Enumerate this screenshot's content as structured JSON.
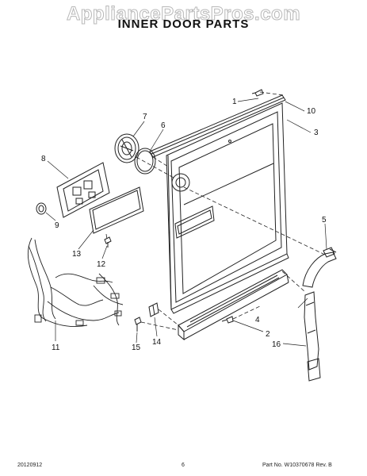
{
  "watermark": "AppliancePartsPros.com",
  "title": "INNER DOOR PARTS",
  "callouts": {
    "c1": "1",
    "c2": "2",
    "c3": "3",
    "c4": "4",
    "c5": "5",
    "c6": "6",
    "c7": "7",
    "c8": "8",
    "c9": "9",
    "c10": "10",
    "c11": "11",
    "c12": "12",
    "c13": "13",
    "c14": "14",
    "c15": "15",
    "c16": "16"
  },
  "footer": {
    "date": "20120912",
    "page": "6",
    "part_no": "Part No. W10370678  Rev. B"
  }
}
